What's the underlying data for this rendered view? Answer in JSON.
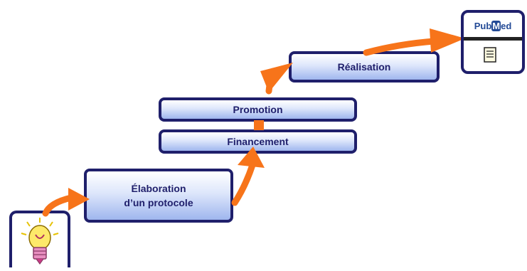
{
  "steps": {
    "elaboration": {
      "line1": "Élaboration",
      "line2": "d’un protocole"
    },
    "financement": "Financement",
    "promotion": "Promotion",
    "realisation": "Réalisation"
  },
  "pubmed": {
    "logo_left": "Pub",
    "logo_m": "M",
    "logo_right": "ed"
  },
  "icons": [
    "lightbulb-icon",
    "document-icon",
    "arrow-icon"
  ],
  "colors": {
    "box_border": "#1f1f6b",
    "box_fill_bottom": "#9fb6ee",
    "arrow": "#f7741a",
    "text": "#1f1f6b"
  }
}
